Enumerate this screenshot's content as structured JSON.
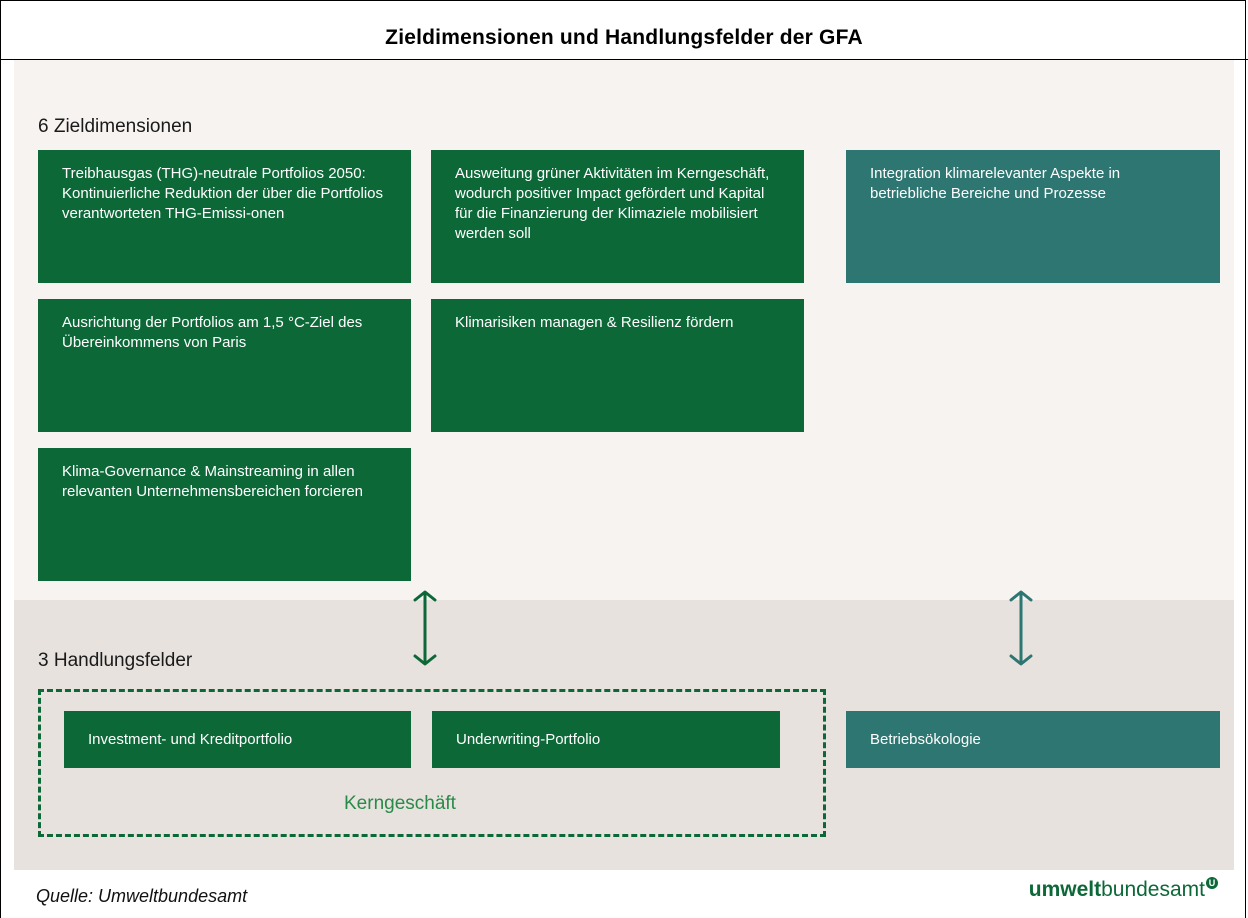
{
  "title": "Zieldimensionen und Handlungsfelder der GFA",
  "zieldimensionen": {
    "heading": "6 Zieldimensionen",
    "boxes": [
      "Treibhausgas (THG)-neutrale Portfolios 2050: Kontinuierliche Reduktion der über die Portfolios verantworteten THG-Emissi-onen",
      "Ausweitung grüner Aktivitäten im Kerngeschäft, wodurch positiver Impact gefördert und Kapital für die Finanzierung der Klimaziele mobilisiert werden soll",
      "Integration klimarelevanter Aspekte in betriebliche Bereiche und Prozesse",
      "Ausrichtung der Portfolios am 1,5 °C-Ziel des Übereinkommens von Paris",
      "Klimarisiken managen & Resilienz fördern",
      "Klima-Governance & Mainstreaming in allen relevanten Unternehmensbereichen forcieren"
    ]
  },
  "handlungsfelder": {
    "heading": "3 Handlungsfelder",
    "boxes": [
      "Investment- und Kreditportfolio",
      "Underwriting-Portfolio",
      "Betriebsökologie"
    ],
    "group_label": "Kerngeschäft"
  },
  "source": "Quelle: Umweltbundesamt",
  "logo": {
    "bold": "umwelt",
    "light": "bundesamt",
    "mark": "U"
  },
  "colors": {
    "green": "#0d6838",
    "teal": "#2e7671",
    "panel_top": "#f7f3f0",
    "panel_bottom": "#e7e2de"
  }
}
